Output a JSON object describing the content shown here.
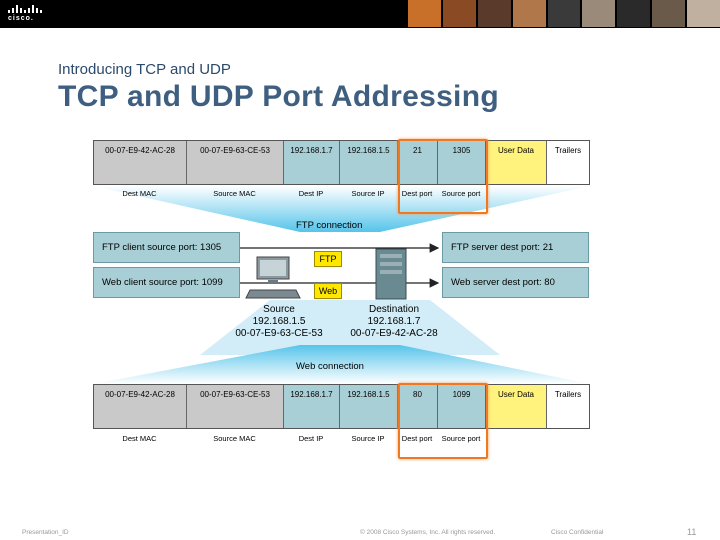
{
  "header": {
    "logo_text": "cisco.",
    "subtitle": "Introducing TCP and UDP",
    "title": "TCP and UDP Port Addressing"
  },
  "frame_top": {
    "cells": [
      "00-07-E9-42-AC-28",
      "00-07-E9-63-CE-53",
      "192.168.1.7",
      "192.168.1.5",
      "21",
      "1305",
      "User Data",
      "Trailers"
    ],
    "labels": [
      "Dest MAC",
      "Source MAC",
      "Dest IP",
      "Source IP",
      "Dest port",
      "Source port"
    ]
  },
  "frame_bottom": {
    "cells": [
      "00-07-E9-42-AC-28",
      "00-07-E9-63-CE-53",
      "192.168.1.7",
      "192.168.1.5",
      "80",
      "1099",
      "User Data",
      "Trailers"
    ],
    "labels": [
      "Dest MAC",
      "Source MAC",
      "Dest IP",
      "Source IP",
      "Dest port",
      "Source port"
    ]
  },
  "connections": {
    "ftp": "FTP connection",
    "web": "Web connection"
  },
  "ports": {
    "ftp_client": "FTP client source port: 1305",
    "web_client": "Web client source port: 1099",
    "ftp_server": "FTP server dest port: 21",
    "web_server": "Web server dest port: 80"
  },
  "tags": {
    "ftp": "FTP",
    "web": "Web"
  },
  "source": {
    "label": "Source",
    "ip": "192.168.1.5",
    "mac": "00-07-E9-63-CE-53"
  },
  "destination": {
    "label": "Destination",
    "ip": "192.168.1.7",
    "mac": "00-07-E9-42-AC-28"
  },
  "footer": {
    "left": "Presentation_ID",
    "center": "© 2008 Cisco Systems, Inc. All rights reserved.",
    "right": "Cisco Confidential",
    "page": "11"
  },
  "colors": {
    "header_bg": "#000000",
    "highlight": "#f07820",
    "beam": "#5fc8e8",
    "ip_blue": "#a9cfd6",
    "data_yellow": "#fff27d"
  }
}
